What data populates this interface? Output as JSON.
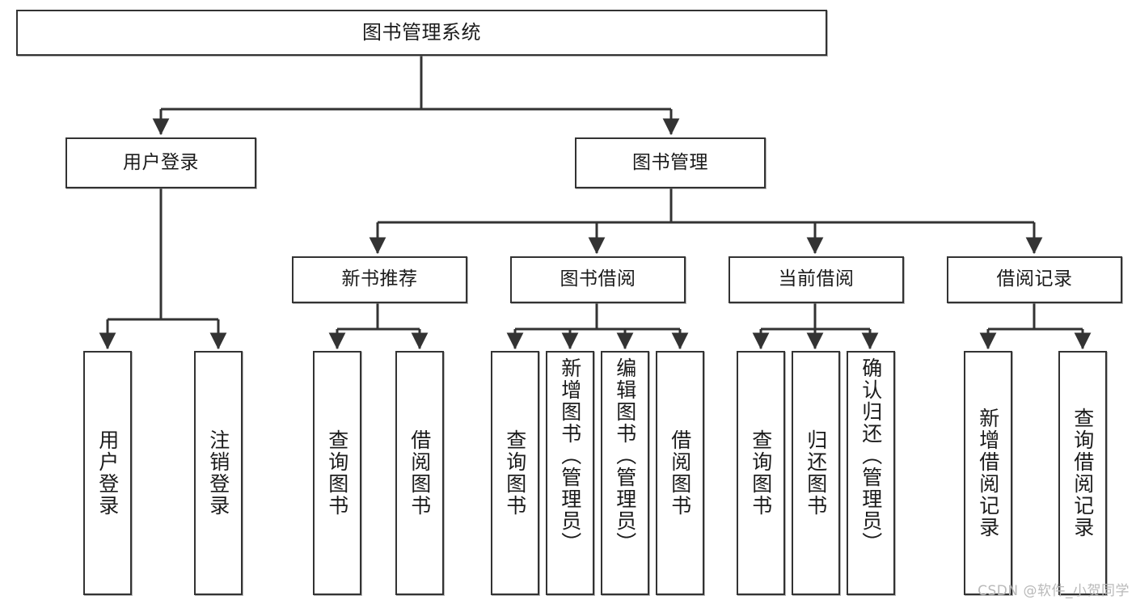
{
  "diagram": {
    "title": "图书管理系统",
    "type": "tree-hierarchy-diagram",
    "watermark": "CSDN @软件_小贺同学",
    "colors": {
      "node_border": "#333333",
      "node_fill": "#ffffff",
      "edge": "#333333",
      "text": "#1b1b1b",
      "watermark": "#b9b9b9",
      "background": "#ffffff"
    },
    "nodes": {
      "root": {
        "label": "图书管理系统"
      },
      "level1": [
        {
          "id": "user-login",
          "label": "用户登录"
        },
        {
          "id": "book-management",
          "label": "图书管理"
        }
      ],
      "level2": [
        {
          "id": "new-book-recommend",
          "label": "新书推荐"
        },
        {
          "id": "book-borrow",
          "label": "图书借阅"
        },
        {
          "id": "current-borrow",
          "label": "当前借阅"
        },
        {
          "id": "borrow-record",
          "label": "借阅记录"
        }
      ],
      "leaves": {
        "user-login": [
          {
            "id": "leaf-user-login",
            "label": "用户登录"
          },
          {
            "id": "leaf-logout-login",
            "label": "注销登录"
          }
        ],
        "new-book-recommend": [
          {
            "id": "leaf-query-book-1",
            "label": "查询图书"
          },
          {
            "id": "leaf-borrow-book-1",
            "label": "借阅图书"
          }
        ],
        "book-borrow": [
          {
            "id": "leaf-query-book-2",
            "label": "查询图书"
          },
          {
            "id": "leaf-add-book-admin",
            "label": "新增图书（管理员）"
          },
          {
            "id": "leaf-edit-book-admin",
            "label": "编辑图书（管理员）"
          },
          {
            "id": "leaf-borrow-book-2",
            "label": "借阅图书"
          }
        ],
        "current-borrow": [
          {
            "id": "leaf-query-book-3",
            "label": "查询图书"
          },
          {
            "id": "leaf-return-book",
            "label": "归还图书"
          },
          {
            "id": "leaf-confirm-return-admin",
            "label": "确认归还（管理员）"
          }
        ],
        "borrow-record": [
          {
            "id": "leaf-add-borrow-record",
            "label": "新增借阅记录"
          },
          {
            "id": "leaf-query-borrow-record",
            "label": "查询借阅记录"
          }
        ]
      }
    }
  }
}
